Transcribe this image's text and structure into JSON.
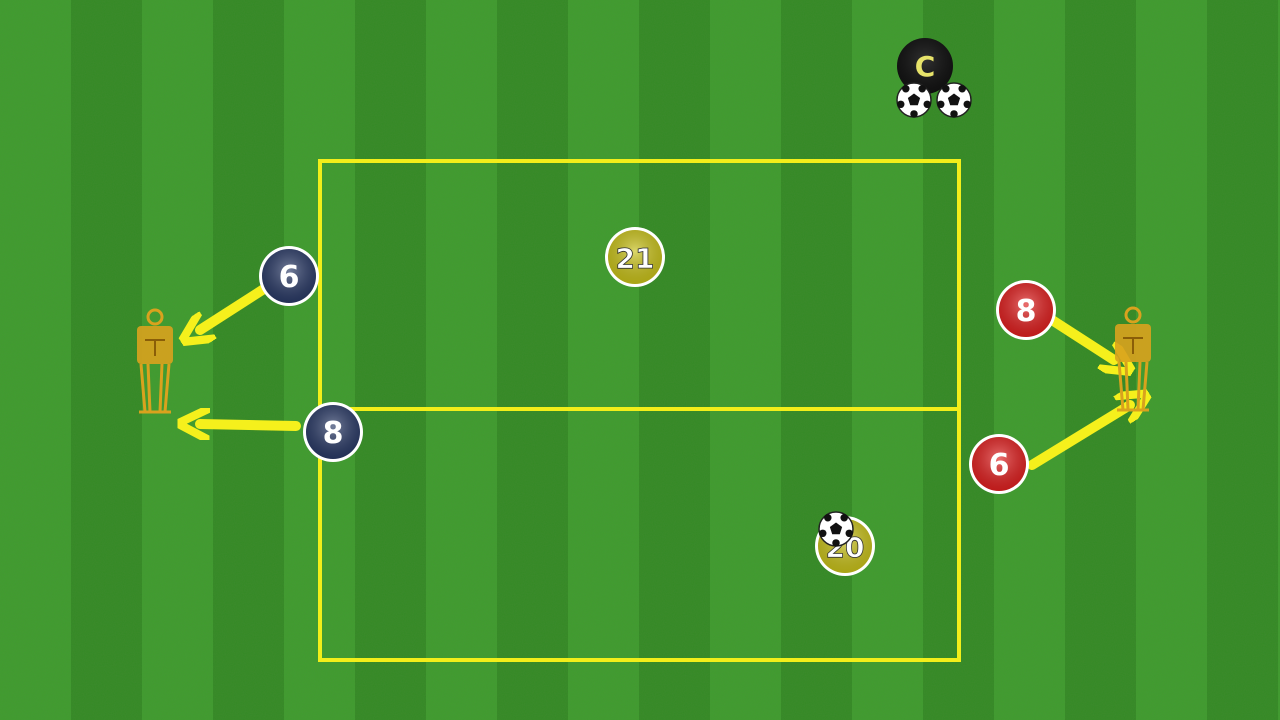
{
  "pitch": {
    "stripe_colors": [
      "#3f9e2e",
      "#338a24"
    ],
    "line_color": "#f2ee1a",
    "arrow_color": "#f5f01c"
  },
  "players": {
    "blue_6": {
      "number": "6",
      "team": "blue",
      "color": "#2a3a66"
    },
    "blue_8": {
      "number": "8",
      "team": "blue",
      "color": "#2a3a66"
    },
    "yellow_21": {
      "number": "21",
      "team": "yellow",
      "color": "#c9c21a"
    },
    "yellow_20": {
      "number": "20",
      "team": "yellow",
      "color": "#c9c21a",
      "has_ball": true
    },
    "red_8": {
      "number": "8",
      "team": "red",
      "color": "#e02020"
    },
    "red_6": {
      "number": "6",
      "team": "red",
      "color": "#e02020"
    }
  },
  "coach": {
    "label": "C",
    "color": "#111111",
    "label_color": "#e7e36a",
    "balls": 2
  },
  "mannequins": {
    "color": "#d9a21e",
    "count": 2
  },
  "icons": [
    "soccer-ball-icon",
    "mannequin-icon",
    "arrow-icon"
  ]
}
